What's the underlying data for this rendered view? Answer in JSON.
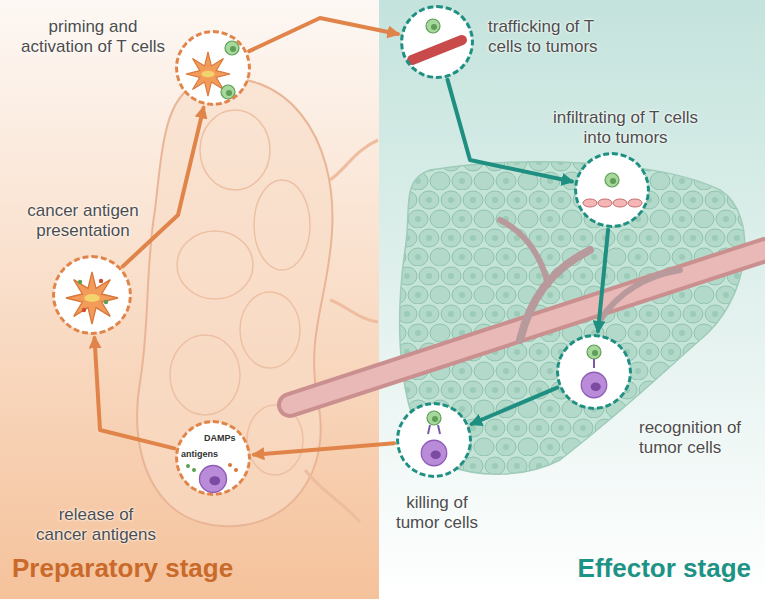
{
  "diagram": {
    "nodes": [
      {
        "text": [
          "Preparatory stage"
        ]
      },
      {
        "text": [
          "Effector stage"
        ]
      },
      {
        "text": [
          "priming and activation of T cells"
        ],
        "in": 0
      },
      {
        "text": [
          "cancer antigen presentation"
        ],
        "in": 0
      },
      {
        "text": [
          "release of cancer antigens"
        ],
        "in": 0
      },
      {
        "text": [
          "trafficking of T cells to tumors"
        ],
        "in": 1
      },
      {
        "text": [
          "infiltrating of T cells into tumors"
        ],
        "in": 1
      },
      {
        "text": [
          "recognition of tumor cells"
        ],
        "in": 1
      },
      {
        "text": [
          "killing of tumor cells"
        ],
        "in": 1
      }
    ],
    "edges": [
      {
        "from": 4,
        "to": 3,
        "arrow": "to"
      },
      {
        "from": 3,
        "to": 2,
        "arrow": "to"
      },
      {
        "from": 2,
        "to": 5,
        "arrow": "to"
      },
      {
        "from": 5,
        "to": 6,
        "arrow": "to"
      },
      {
        "from": 6,
        "to": 7,
        "arrow": "to"
      },
      {
        "from": 7,
        "to": 8,
        "arrow": "to"
      },
      {
        "from": 8,
        "to": 4,
        "arrow": "to"
      }
    ],
    "labels": [
      "antigens",
      "DAMPs"
    ]
  }
}
